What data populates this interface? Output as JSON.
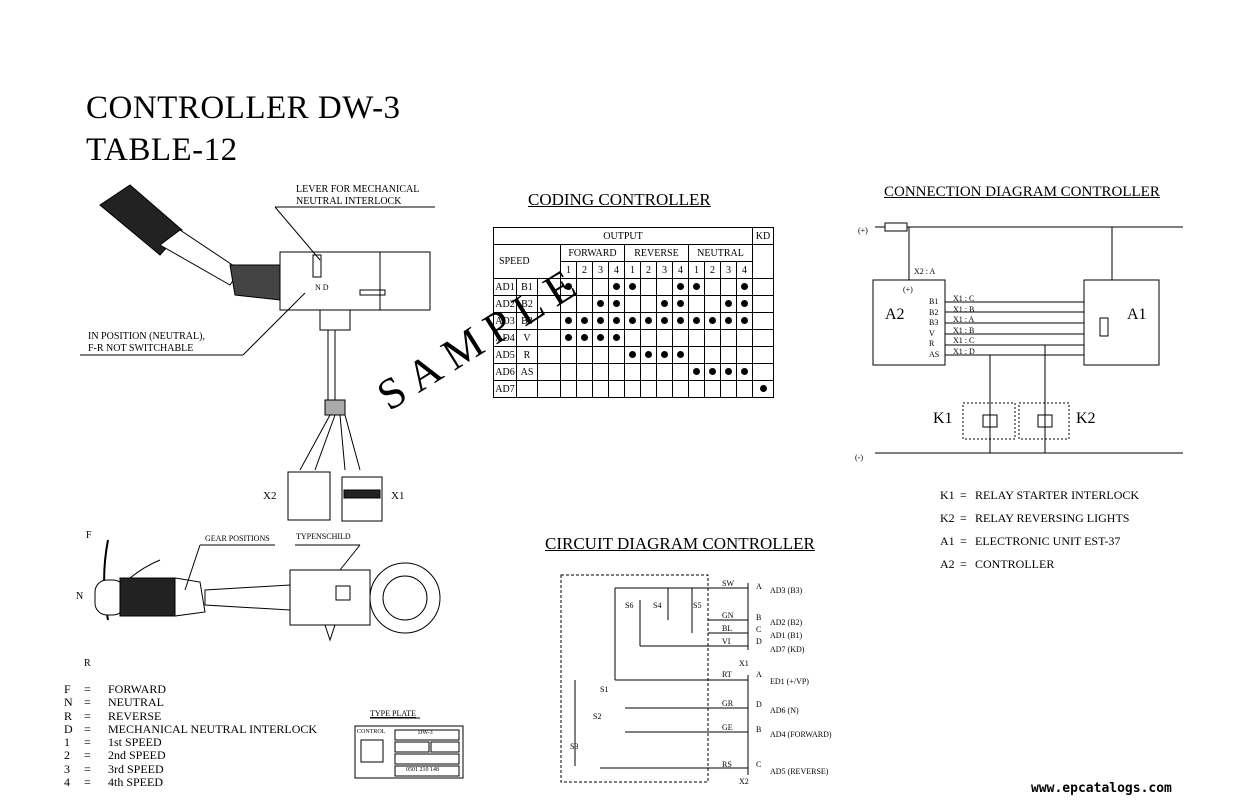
{
  "title_line1": "CONTROLLER DW-3",
  "title_line2": "TABLE-12",
  "headings": {
    "coding": "CODING CONTROLLER",
    "connection": "CONNECTION DIAGRAM CONTROLLER",
    "circuit": "CIRCUIT DIAGRAM CONTROLLER"
  },
  "callouts": {
    "lever_line1": "LEVER FOR MECHANICAL",
    "lever_line2": "NEUTRAL INTERLOCK",
    "neutral_line1": "IN POSITION (NEUTRAL),",
    "neutral_line2": "F-R NOT SWITCHABLE",
    "gear_positions": "GEAR POSITIONS",
    "typenschild": "TYPENSCHILD",
    "x2": "X2",
    "x1": "X1",
    "nd": "N  D",
    "F": "F",
    "N": "N",
    "R": "R"
  },
  "legend": [
    {
      "key": "F",
      "eq": "=",
      "val": "FORWARD"
    },
    {
      "key": "N",
      "eq": "=",
      "val": "NEUTRAL"
    },
    {
      "key": "R",
      "eq": "=",
      "val": "REVERSE"
    },
    {
      "key": "D",
      "eq": "=",
      "val": "MECHANICAL NEUTRAL INTERLOCK"
    },
    {
      "key": "1",
      "eq": "=",
      "val": "1st SPEED"
    },
    {
      "key": "2",
      "eq": "=",
      "val": "2nd SPEED"
    },
    {
      "key": "3",
      "eq": "=",
      "val": "3rd SPEED"
    },
    {
      "key": "4",
      "eq": "=",
      "val": "4th SPEED"
    }
  ],
  "type_plate": {
    "title": "TYPE PLATE",
    "control": "CONTROL",
    "model": "DW-3",
    "code": "0501 210 148"
  },
  "coding_table": {
    "output": "OUTPUT",
    "kd": "KD",
    "speed": "SPEED",
    "groups": [
      "FORWARD",
      "REVERSE",
      "NEUTRAL"
    ],
    "gears": [
      "1",
      "2",
      "3",
      "4"
    ],
    "rows": [
      {
        "ad": "AD1",
        "sig": "B1",
        "marks": [
          1,
          0,
          0,
          1,
          1,
          0,
          0,
          1,
          1,
          0,
          0,
          1,
          0
        ]
      },
      {
        "ad": "AD2",
        "sig": "B2",
        "marks": [
          0,
          0,
          1,
          1,
          0,
          0,
          1,
          1,
          0,
          0,
          1,
          1,
          0
        ]
      },
      {
        "ad": "AD3",
        "sig": "B3",
        "marks": [
          1,
          1,
          1,
          1,
          1,
          1,
          1,
          1,
          1,
          1,
          1,
          1,
          0
        ]
      },
      {
        "ad": "AD4",
        "sig": "V",
        "marks": [
          1,
          1,
          1,
          1,
          0,
          0,
          0,
          0,
          0,
          0,
          0,
          0,
          0
        ]
      },
      {
        "ad": "AD5",
        "sig": "R",
        "marks": [
          0,
          0,
          0,
          0,
          1,
          1,
          1,
          1,
          0,
          0,
          0,
          0,
          0
        ]
      },
      {
        "ad": "AD6",
        "sig": "AS",
        "marks": [
          0,
          0,
          0,
          0,
          0,
          0,
          0,
          0,
          1,
          1,
          1,
          1,
          0
        ]
      },
      {
        "ad": "AD7",
        "sig": "",
        "marks": [
          0,
          0,
          0,
          0,
          0,
          0,
          0,
          0,
          0,
          0,
          0,
          0,
          1
        ]
      }
    ]
  },
  "watermark": "SAMPLE",
  "connection": {
    "plus": "(+)",
    "minus": "(-)",
    "x2a": "X2 : A",
    "a2": "A2",
    "a1": "A1",
    "a2_plus": "(+)",
    "pins": [
      "B1",
      "B2",
      "B3",
      "V",
      "R",
      "AS"
    ],
    "wires": [
      "X1 : C",
      "X1 : B",
      "X1 : A",
      "X1 : B",
      "X1 : C",
      "X1 : D"
    ],
    "k1": "K1",
    "k2": "K2"
  },
  "component_legend": [
    {
      "key": "K1",
      "eq": "=",
      "val": "RELAY STARTER INTERLOCK"
    },
    {
      "key": "K2",
      "eq": "=",
      "val": "RELAY REVERSING LIGHTS"
    },
    {
      "key": "A1",
      "eq": "=",
      "val": "ELECTRONIC UNIT  EST-37"
    },
    {
      "key": "A2",
      "eq": "=",
      "val": "CONTROLLER"
    }
  ],
  "circuit": {
    "wires_top": [
      "SW",
      "GN",
      "BL",
      "VI"
    ],
    "pins_top": [
      "A",
      "B",
      "C",
      "D"
    ],
    "labels_top": [
      "AD3 (B3)",
      "AD2 (B2)",
      "AD1 (B1)",
      "AD7 (KD)"
    ],
    "x1": "X1",
    "wires_bot": [
      "RT",
      "GR",
      "GE",
      "RS"
    ],
    "pins_bot": [
      "A",
      "D",
      "B",
      "C"
    ],
    "labels_bot": [
      "ED1 (+/VP)",
      "AD6 (N)",
      "AD4  (FORWARD)",
      "AD5  (REVERSE)"
    ],
    "x2": "X2",
    "switches": [
      "S6",
      "S4",
      "S5",
      "S1",
      "S2",
      "S3"
    ]
  },
  "footer": "www.epcatalogs.com"
}
